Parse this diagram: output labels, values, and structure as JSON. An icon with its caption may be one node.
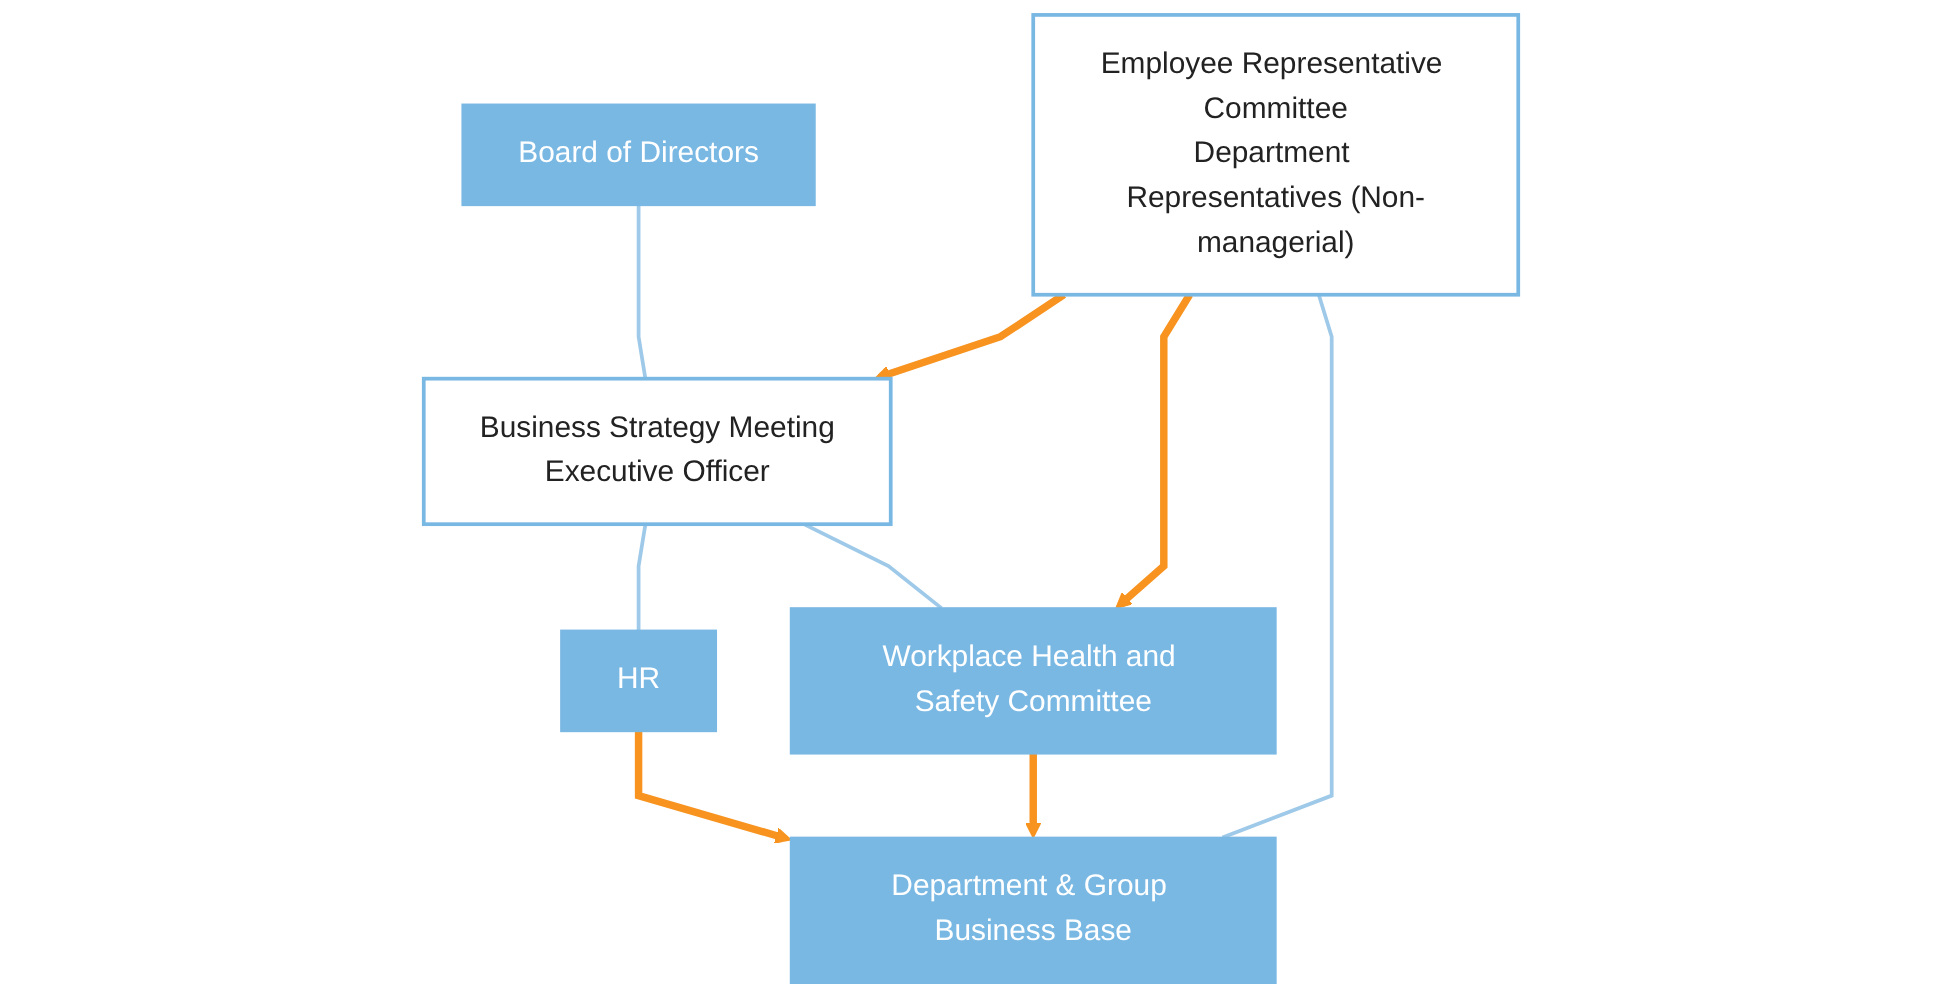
{
  "diagram": {
    "nodes": [
      {
        "text": [
          "Board of Directors"
        ]
      },
      {
        "text": [
          "Business Strategy Meeting",
          "Executive Officer"
        ]
      },
      {
        "text": [
          "HR"
        ]
      },
      {
        "text": [
          "Workplace Health and Safety Committee"
        ]
      },
      {
        "text": [
          "Employee Representative Committee",
          "Department Representatives (Non-managerial)"
        ]
      },
      {
        "text": [
          "Department & Group Business Base"
        ]
      }
    ],
    "edges": [
      {
        "from": 0,
        "to": 1,
        "arrow": "none"
      },
      {
        "from": 1,
        "to": 2,
        "arrow": "none"
      },
      {
        "from": 1,
        "to": 3,
        "arrow": "none"
      },
      {
        "from": 4,
        "to": 1,
        "arrow": "to",
        "style": "thick",
        "color": "#f7931e"
      },
      {
        "from": 4,
        "to": 3,
        "arrow": "to",
        "style": "thick",
        "color": "#f7931e"
      },
      {
        "from": 2,
        "to": 5,
        "arrow": "to",
        "style": "thick",
        "color": "#f7931e"
      },
      {
        "from": 3,
        "to": 5,
        "arrow": "to",
        "style": "thick",
        "color": "#f7931e"
      },
      {
        "from": 4,
        "to": 5,
        "arrow": "none"
      }
    ]
  }
}
